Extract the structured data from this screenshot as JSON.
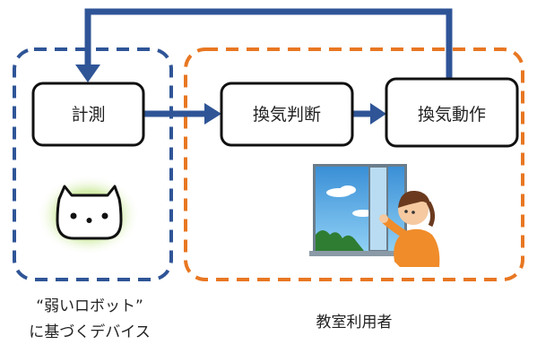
{
  "nodes": {
    "measure": "計測",
    "judge": "換気判断",
    "action": "換気動作"
  },
  "captions": {
    "device_line1": "“弱いロボット”",
    "device_line2": "に基づくデバイス",
    "user": "教室利用者"
  },
  "colors": {
    "device_group": "#2f5597",
    "user_group": "#e87722",
    "arrow": "#2f5597"
  },
  "icons": [
    "robot-face-icon",
    "window-person-illustration-icon"
  ]
}
